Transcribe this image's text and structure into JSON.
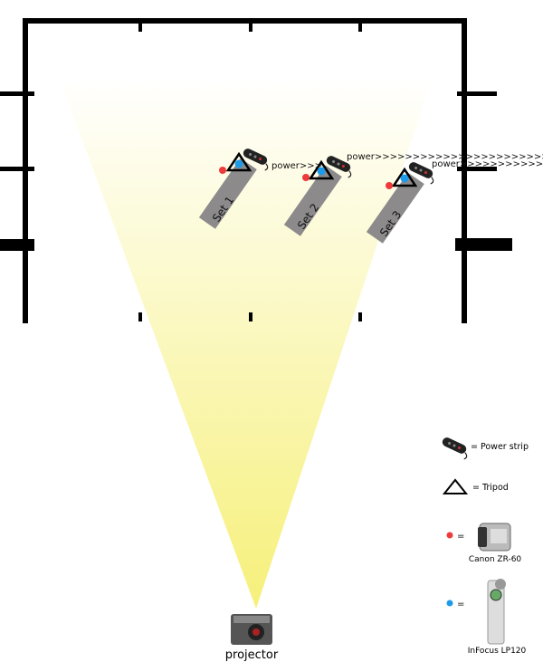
{
  "sets": [
    {
      "label": "Set 1"
    },
    {
      "label": "Set 2"
    },
    {
      "label": "Set 3"
    }
  ],
  "power_labels": [
    "power>>>",
    "power>>>>>>>>>>>>>>>>>>>>>>>>>>>>",
    "power>>>>>>>>>>>>>>"
  ],
  "projector_label": "projector",
  "legend": {
    "power_strip": "=  Power strip",
    "tripod": "=  Tripod",
    "camera_eq": "=",
    "camera": "Canon ZR-60",
    "projector_eq": "=",
    "mini_projector": "InFocus LP120"
  },
  "colors": {
    "wall": "#000000",
    "light_cone": "#f6f07a",
    "set_bar": "#8c8a8b",
    "camera_dot": "#ee3a3a",
    "projector_dot": "#1e9be8"
  }
}
